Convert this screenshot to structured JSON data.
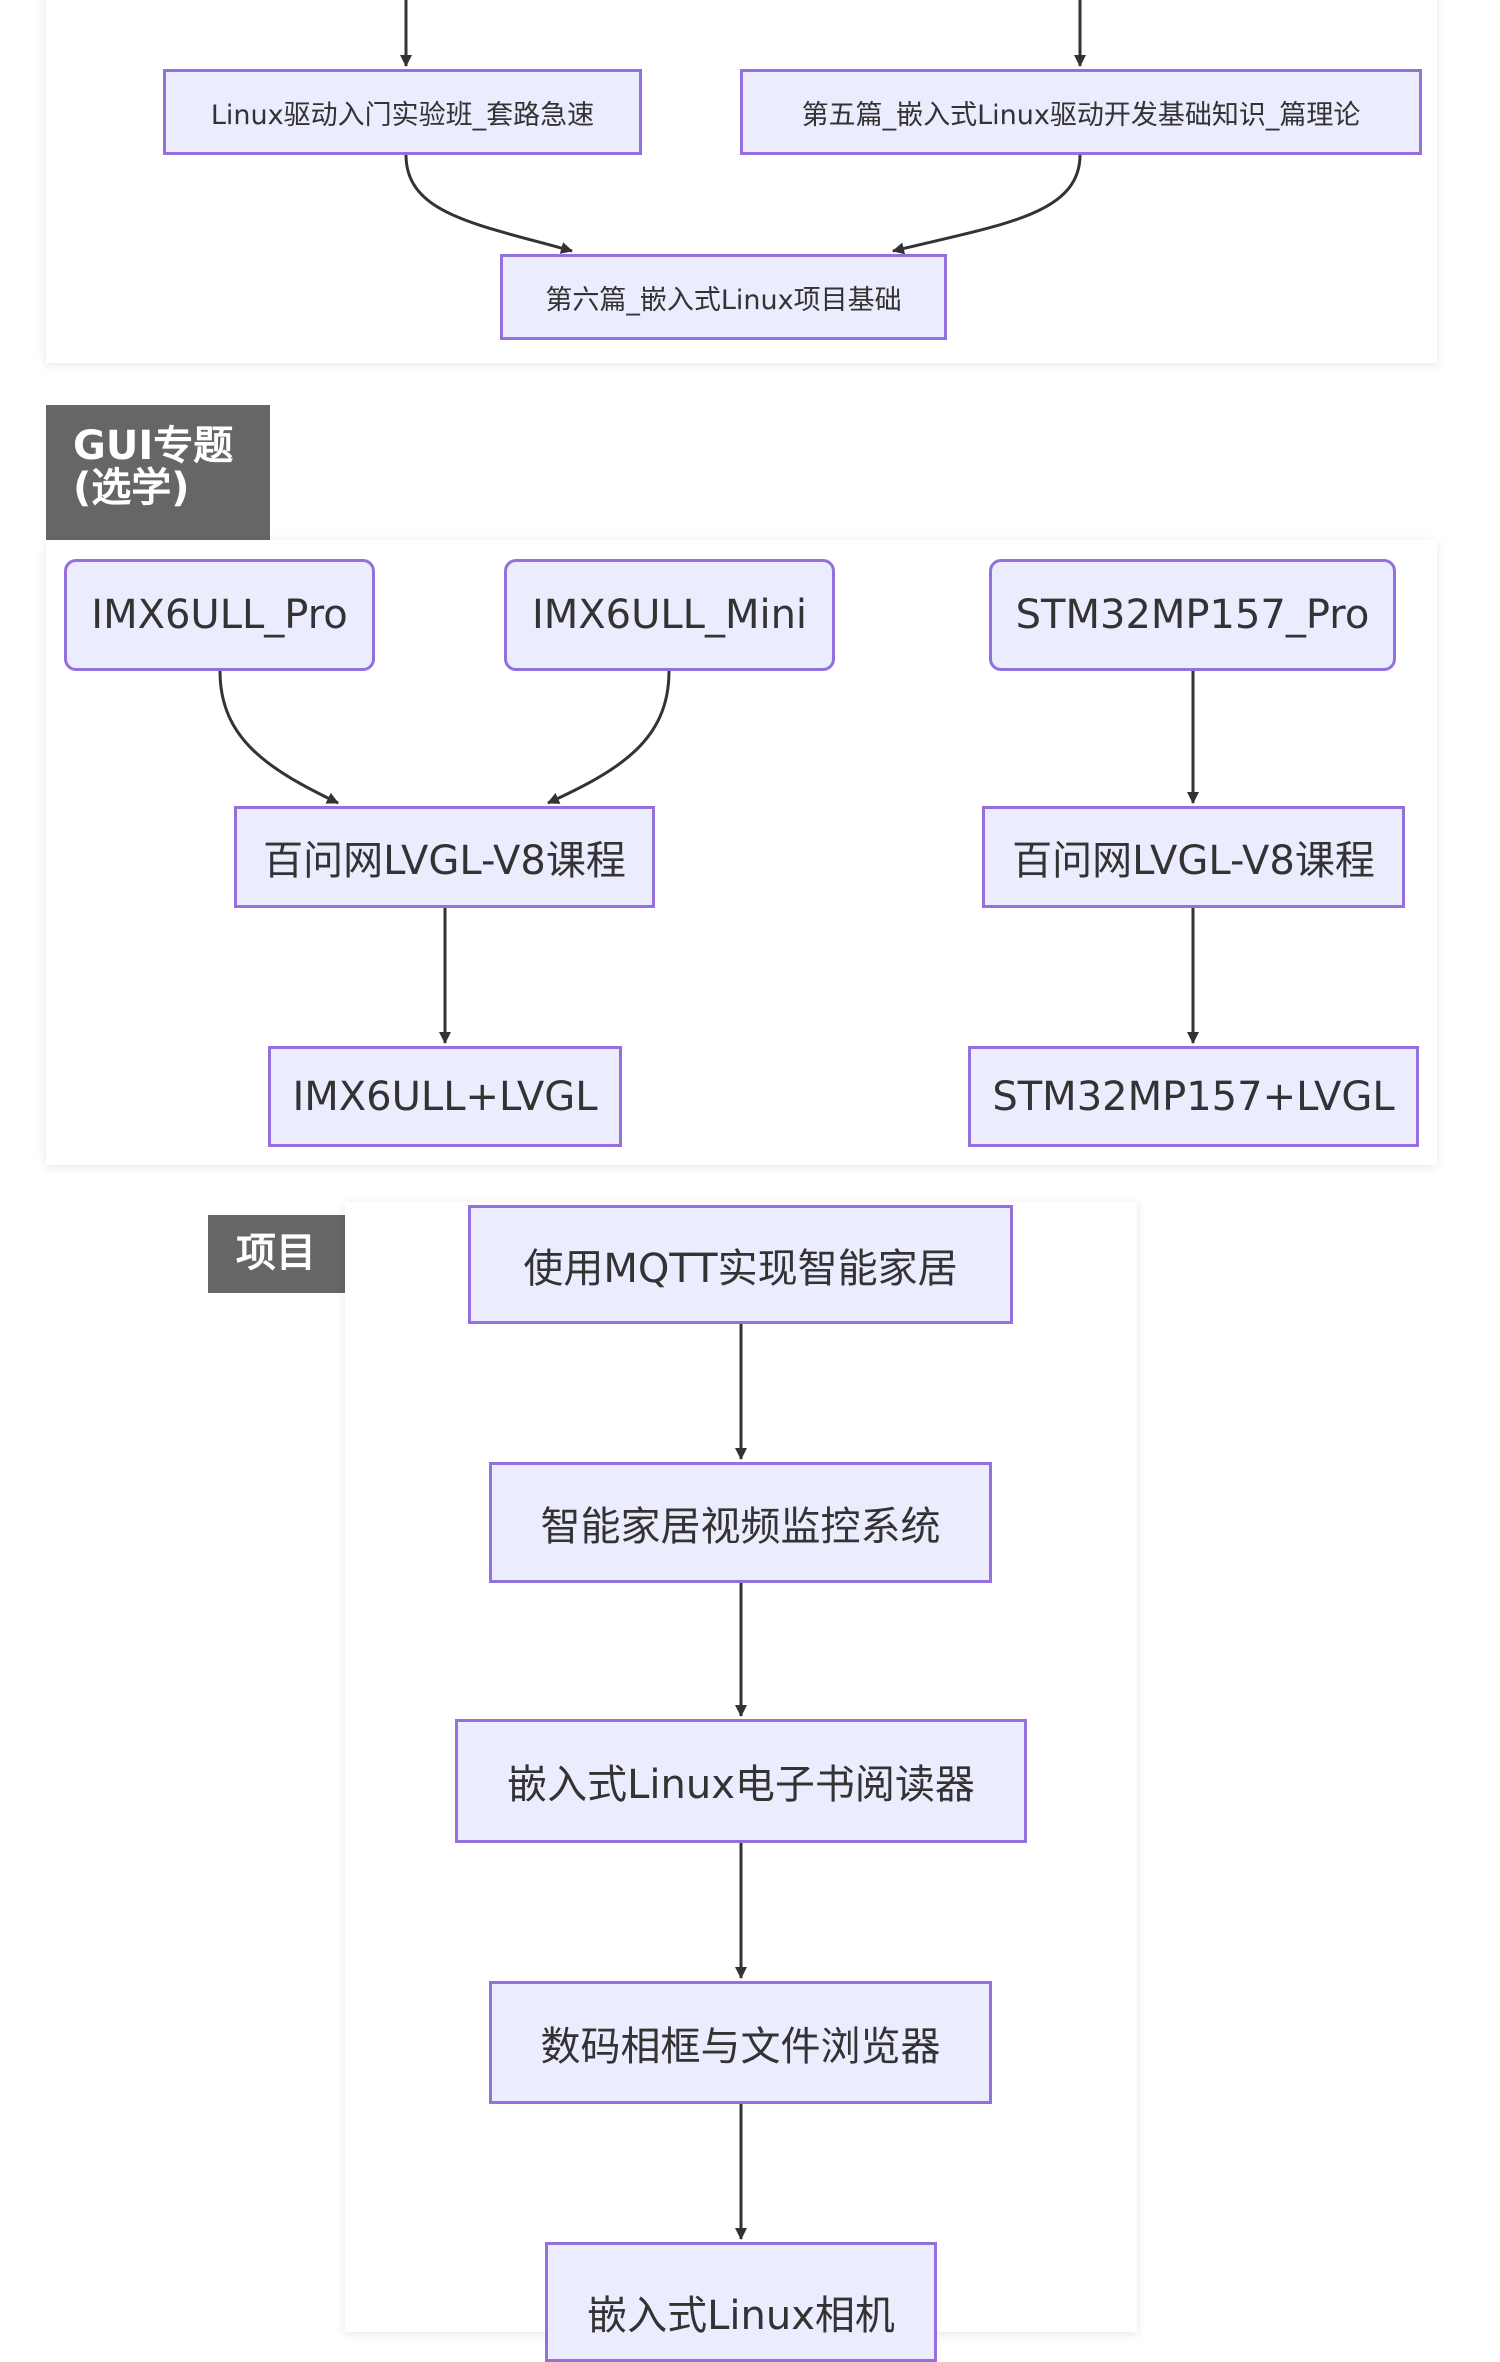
{
  "colors": {
    "node_fill": "#ECECFF",
    "node_border": "#9370DB",
    "edge": "#333333",
    "section_label_bg": "#666666",
    "section_label_text": "#FFFFFF"
  },
  "sections": {
    "linux_driver": {
      "nodes": [
        {
          "id": "n1",
          "label": "Linux驱动入门实验班_套路急速"
        },
        {
          "id": "n2",
          "label": "第五篇_嵌入式Linux驱动开发基础知识_篇理论"
        },
        {
          "id": "n3",
          "label": "第六篇_嵌入式Linux项目基础"
        }
      ],
      "edges": [
        {
          "from": "(above)",
          "to": "n1"
        },
        {
          "from": "(above)",
          "to": "n2"
        },
        {
          "from": "n1",
          "to": "n3"
        },
        {
          "from": "n2",
          "to": "n3"
        }
      ]
    },
    "gui": {
      "title_line1": "GUI专题",
      "title_line2": "(选学)",
      "nodes": [
        {
          "id": "g1",
          "label": "IMX6ULL_Pro"
        },
        {
          "id": "g2",
          "label": "IMX6ULL_Mini"
        },
        {
          "id": "g3",
          "label": "STM32MP157_Pro"
        },
        {
          "id": "g4",
          "label": "百问网LVGL-V8课程"
        },
        {
          "id": "g5",
          "label": "百问网LVGL-V8课程"
        },
        {
          "id": "g6",
          "label": "IMX6ULL+LVGL"
        },
        {
          "id": "g7",
          "label": "STM32MP157+LVGL"
        }
      ],
      "edges": [
        {
          "from": "g1",
          "to": "g4"
        },
        {
          "from": "g2",
          "to": "g4"
        },
        {
          "from": "g3",
          "to": "g5"
        },
        {
          "from": "g4",
          "to": "g6"
        },
        {
          "from": "g5",
          "to": "g7"
        }
      ]
    },
    "projects": {
      "title": "项目",
      "nodes": [
        {
          "id": "p1",
          "label": "使用MQTT实现智能家居"
        },
        {
          "id": "p2",
          "label": "智能家居视频监控系统"
        },
        {
          "id": "p3",
          "label": "嵌入式Linux电子书阅读器"
        },
        {
          "id": "p4",
          "label": "数码相框与文件浏览器"
        },
        {
          "id": "p5",
          "label": "嵌入式Linux相机"
        }
      ],
      "edges": [
        {
          "from": "p1",
          "to": "p2"
        },
        {
          "from": "p2",
          "to": "p3"
        },
        {
          "from": "p3",
          "to": "p4"
        },
        {
          "from": "p4",
          "to": "p5"
        }
      ]
    }
  }
}
